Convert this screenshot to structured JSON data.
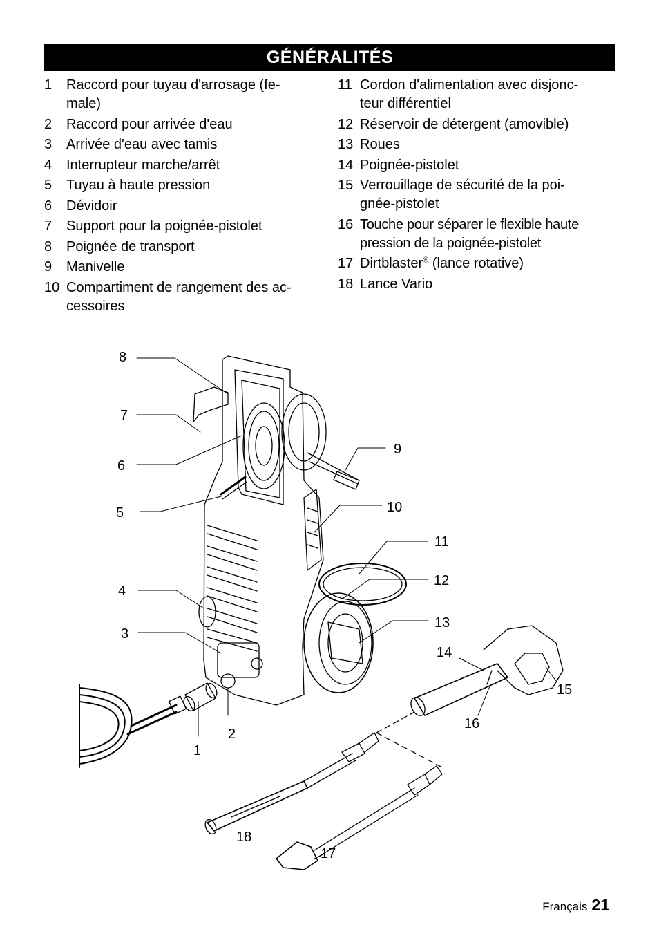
{
  "header": {
    "title": "GÉNÉRALITÉS"
  },
  "left_items": [
    {
      "num": "1",
      "text": "Raccord pour tuyau d'arrosage (fe-\nmale)"
    },
    {
      "num": "2",
      "text": "Raccord pour arrivée d'eau"
    },
    {
      "num": "3",
      "text": "Arrivée d'eau avec tamis"
    },
    {
      "num": "4",
      "text": "Interrupteur marche/arrêt"
    },
    {
      "num": "5",
      "text": "Tuyau à haute pression"
    },
    {
      "num": "6",
      "text": "Dévidoir"
    },
    {
      "num": "7",
      "text": "Support pour la poignée-pistolet"
    },
    {
      "num": "8",
      "text": "Poignée de transport"
    },
    {
      "num": "9",
      "text": "Manivelle"
    },
    {
      "num": "10",
      "text": "Compartiment de rangement des ac-\ncessoires"
    }
  ],
  "right_items": [
    {
      "num": "11",
      "text": "Cordon d'alimentation avec disjonc-\nteur différentiel"
    },
    {
      "num": "12",
      "text": "Réservoir de détergent (amovible)"
    },
    {
      "num": "13",
      "text": "Roues"
    },
    {
      "num": "14",
      "text": "Poignée-pistolet"
    },
    {
      "num": "15",
      "text": "Verrouillage de sécurité de la poi-\ngnée-pistolet"
    },
    {
      "num": "16",
      "text": "Touche pour séparer le flexible haute\npression de la poignée-pistolet"
    },
    {
      "num": "17",
      "text": "Dirtblaster",
      "sup": "®",
      "suffix": " (lance rotative)"
    },
    {
      "num": "18",
      "text": "Lance Vario"
    }
  ],
  "callouts": [
    "1",
    "2",
    "3",
    "4",
    "5",
    "6",
    "7",
    "8",
    "9",
    "10",
    "11",
    "12",
    "13",
    "14",
    "15",
    "16",
    "17",
    "18"
  ],
  "footer": {
    "language": "Français",
    "page": "21"
  }
}
